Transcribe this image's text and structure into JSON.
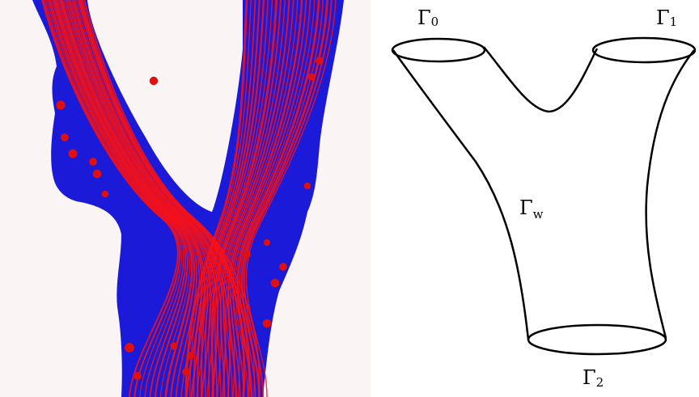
{
  "figure": {
    "left": {
      "background_color": "#fbf4f4",
      "vessel_color": "#1a1ad8",
      "streamline_color": "#ff1010",
      "particle_color": "#e01010"
    },
    "right": {
      "labels": [
        {
          "id": "gamma-0",
          "symbol": "Γ",
          "subscript": "0"
        },
        {
          "id": "gamma-1",
          "symbol": "Γ",
          "subscript": "1"
        },
        {
          "id": "gamma-w",
          "symbol": "Γ",
          "subscript": "w"
        },
        {
          "id": "gamma-2",
          "symbol": "Γ",
          "subscript": "2"
        }
      ],
      "line_color": "#000000"
    }
  }
}
